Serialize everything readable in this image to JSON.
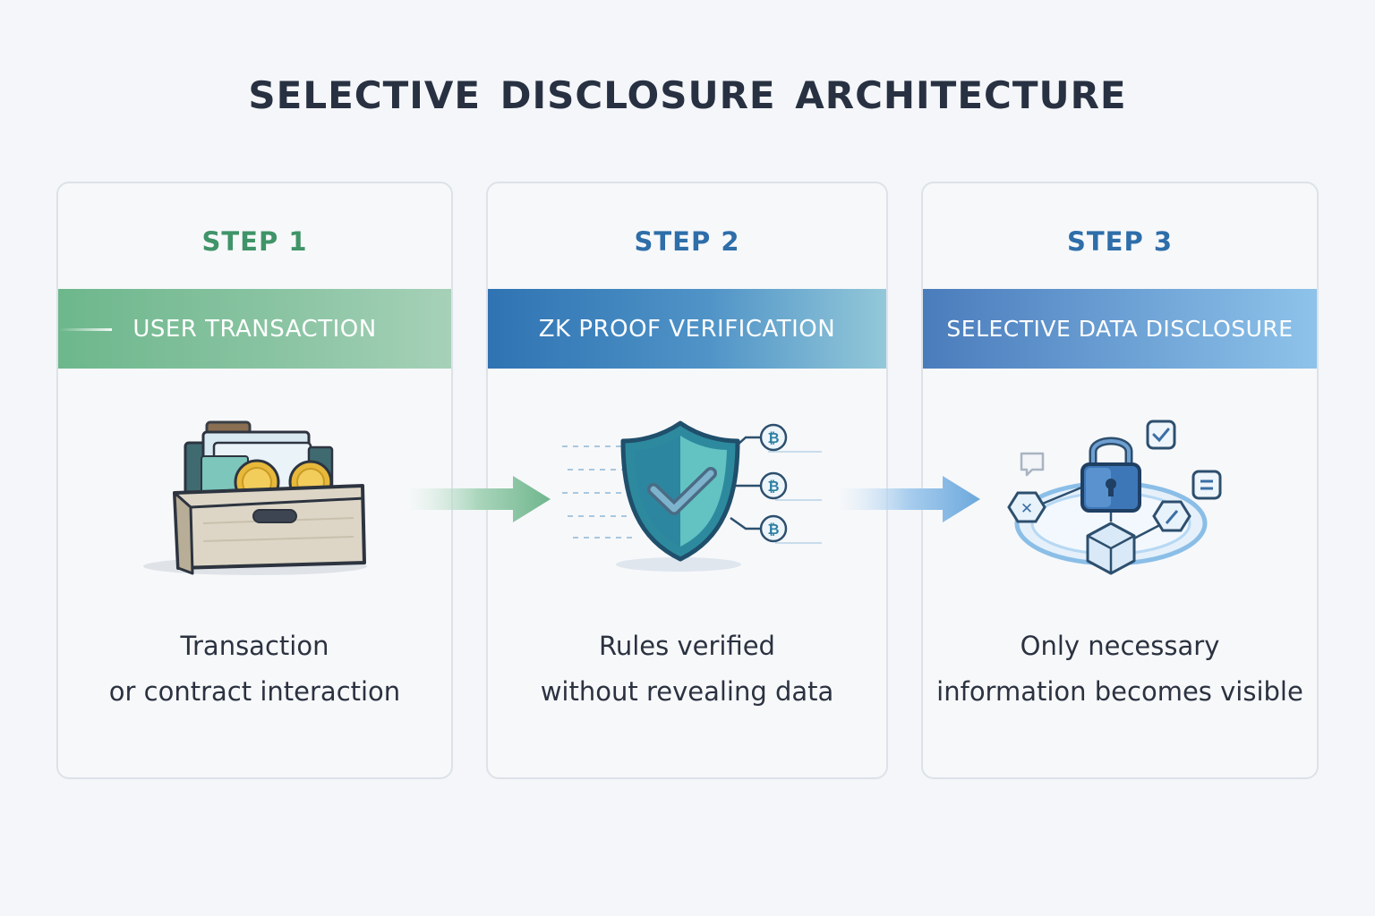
{
  "title": "SELECTIVE DISCLOSURE ARCHITECTURE",
  "steps": [
    {
      "step": "STEP 1",
      "banner": "USER TRANSACTION",
      "icon": "transaction-box-icon",
      "desc_line1": "Transaction",
      "desc_line2": "or contract interaction"
    },
    {
      "step": "STEP 2",
      "banner": "ZK PROOF VERIFICATION",
      "icon": "shield-check-icon",
      "desc_line1": "Rules verified",
      "desc_line2": "without revealing data"
    },
    {
      "step": "STEP 3",
      "banner": "SELECTIVE DATA DISCLOSURE",
      "icon": "padlock-network-icon",
      "desc_line1": "Only necessary",
      "desc_line2": "information becomes visible"
    }
  ],
  "colors": {
    "step1_accent": "#3f9468",
    "step2_accent": "#2e6ea9",
    "step3_accent": "#2e6ea9",
    "title": "#283142"
  }
}
